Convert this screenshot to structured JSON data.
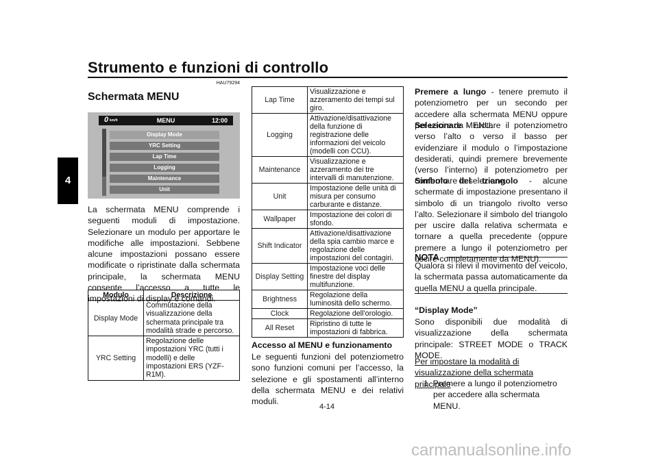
{
  "header": {
    "title": "Strumento e funzioni di controllo",
    "chapter_tab": "4",
    "code": "HAU79294"
  },
  "section": {
    "title": "Schermata MENU"
  },
  "screen": {
    "speed": "0",
    "speed_unit": "km/h",
    "menu_title": "MENU",
    "clock": "12:00",
    "items": [
      "Display Mode",
      "YRC Setting",
      "Lap Time",
      "Logging",
      "Maintenance",
      "Unit"
    ]
  },
  "intro": "La schermata MENU comprende i seguenti moduli di impostazione. Selezionare un modulo per apportare le modifiche alle impostazioni. Sebbene alcune impostazioni possano essere modificate o ripristinate dalla schermata principale, la schermata MENU consente l’accesso a tutte le impostazioni di display e comandi.",
  "table1": {
    "headers": [
      "Modulo",
      "Descrizione"
    ],
    "rows": [
      {
        "mod": "Display Mode",
        "desc": "Commutazione della visualizzazione della schermata principale tra modalità strade e percorso."
      },
      {
        "mod": "YRC Setting",
        "desc": "Regolazione delle impostazioni YRC (tutti i modelli) e delle impostazioni ERS (YZF-R1M)."
      }
    ]
  },
  "table2": {
    "rows": [
      {
        "mod": "Lap Time",
        "desc": "Visualizzazione e azzeramento dei tempi sul giro."
      },
      {
        "mod": "Logging",
        "desc": "Attivazione/disattivazione della funzione di registrazione delle informazioni del veicolo (modelli con CCU)."
      },
      {
        "mod": "Maintenance",
        "desc": "Visualizzazione e azzeramento dei tre intervalli di manutenzione."
      },
      {
        "mod": "Unit",
        "desc": "Impostazione delle unità di misura per consumo carburante e distanze."
      },
      {
        "mod": "Wallpaper",
        "desc": "Impostazione dei colori di sfondo."
      },
      {
        "mod": "Shift Indicator",
        "desc": "Attivazione/disattivazione della spia cambio marce e regolazione delle impostazioni del contagiri."
      },
      {
        "mod": "Display Setting",
        "desc": "Impostazione voci delle finestre del display multifunzione."
      },
      {
        "mod": "Brightness",
        "desc": "Regolazione della luminosità dello schermo."
      },
      {
        "mod": "Clock",
        "desc": "Regolazione dell’orologio."
      },
      {
        "mod": "All Reset",
        "desc": "Ripristino di tutte le impostazioni di fabbrica."
      }
    ]
  },
  "access": {
    "title": "Accesso al MENU e funzionamento",
    "text": "Le seguenti funzioni del potenziometro sono funzioni comuni per l’accesso, la selezione e gli spostamenti all’interno della schermata MENU e dei relativi moduli."
  },
  "right": {
    "premere_term": "Premere a lungo",
    "premere_text": " - tenere premuto il potenziometro per un secondo per accedere alla schermata MENU oppure per uscire da MENU.",
    "selezionare_term": "Selezionare",
    "selezionare_text": " - ruotare il potenziometro verso l’alto o verso il basso per evidenziare il modulo o l’impostazione desiderati, quindi premere brevemente (verso l’interno) il potenziometro per confermare la selezione.",
    "simbolo_term": "Simbolo del triangolo",
    "simbolo_text": " - alcune schermate di impostazione presentano il simbolo di un triangolo rivolto verso l’alto. Selezionare il simbolo del triangolo per uscire dalla relativa schermata e tornare a quella precedente (oppure premere a lungo il potenziometro per uscire completamente da MENU).",
    "nota_label": "NOTA",
    "nota_text": "Qualora si rilevi il movimento del veicolo, la schermata passa automaticamente da quella MENU a quella principale.",
    "display_mode_title": "“Display Mode”",
    "display_mode_text": "Sono disponibili due modalità di visualizzazione della schermata principale: STREET MODE o TRACK MODE.",
    "howto_title": "Per impostare la modalità di visualizzazione della schermata principale",
    "step1": "1. Premere a lungo il potenziometro per accedere alla schermata MENU."
  },
  "footer": {
    "page_number": "4-14",
    "watermark": "carmanualsonline.info"
  }
}
